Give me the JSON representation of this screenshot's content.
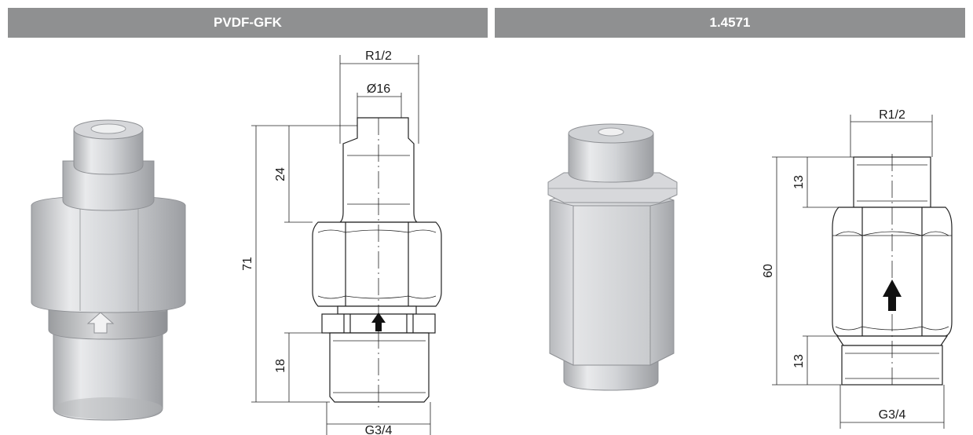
{
  "headers": {
    "left": "PVDF-GFK",
    "right": "1.4571"
  },
  "left_drawing": {
    "top_thread": "R1/2",
    "tube_diameter": "Ø16",
    "dim_upper": "24",
    "dim_total": "71",
    "dim_lower": "18",
    "bottom_thread": "G3/4"
  },
  "right_drawing": {
    "top_thread": "R1/2",
    "dim_upper": "13",
    "dim_total": "60",
    "dim_lower": "13",
    "bottom_thread": "G3/4"
  }
}
